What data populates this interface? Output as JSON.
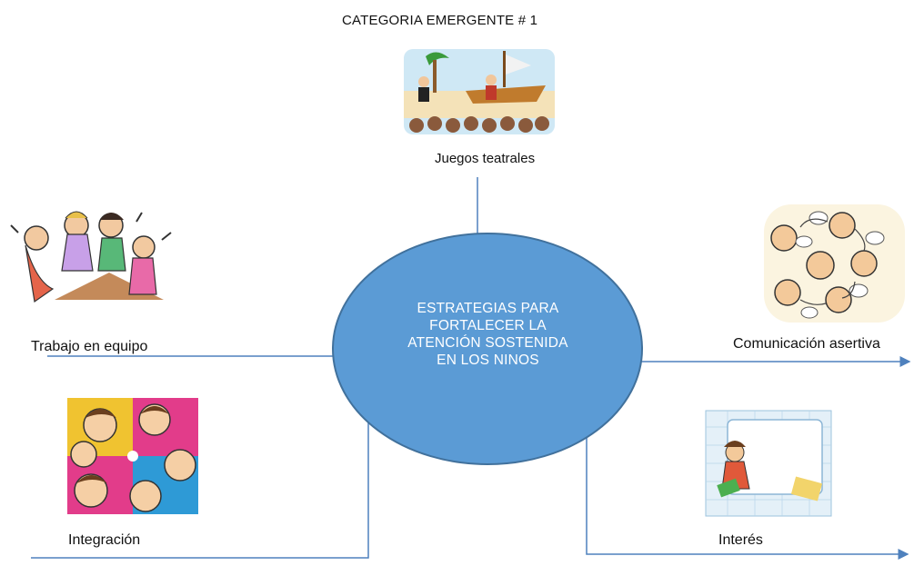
{
  "title": "CATEGORIA EMERGENTE # 1",
  "center": {
    "lines": [
      "ESTRATEGIAS PARA",
      "FORTALECER LA",
      "ATENCIÓN SOSTENIDA",
      "EN LOS NINOS"
    ],
    "color": "#5b9bd5"
  },
  "nodes": {
    "juegos": "Juegos teatrales",
    "trabajo": "Trabajo en equipo",
    "comunicacion": "Comunicación asertiva",
    "integracion": "Integración",
    "interes": "Interés"
  },
  "colors": {
    "connector": "#4f81bd",
    "ellipse_stroke": "#41719c"
  }
}
